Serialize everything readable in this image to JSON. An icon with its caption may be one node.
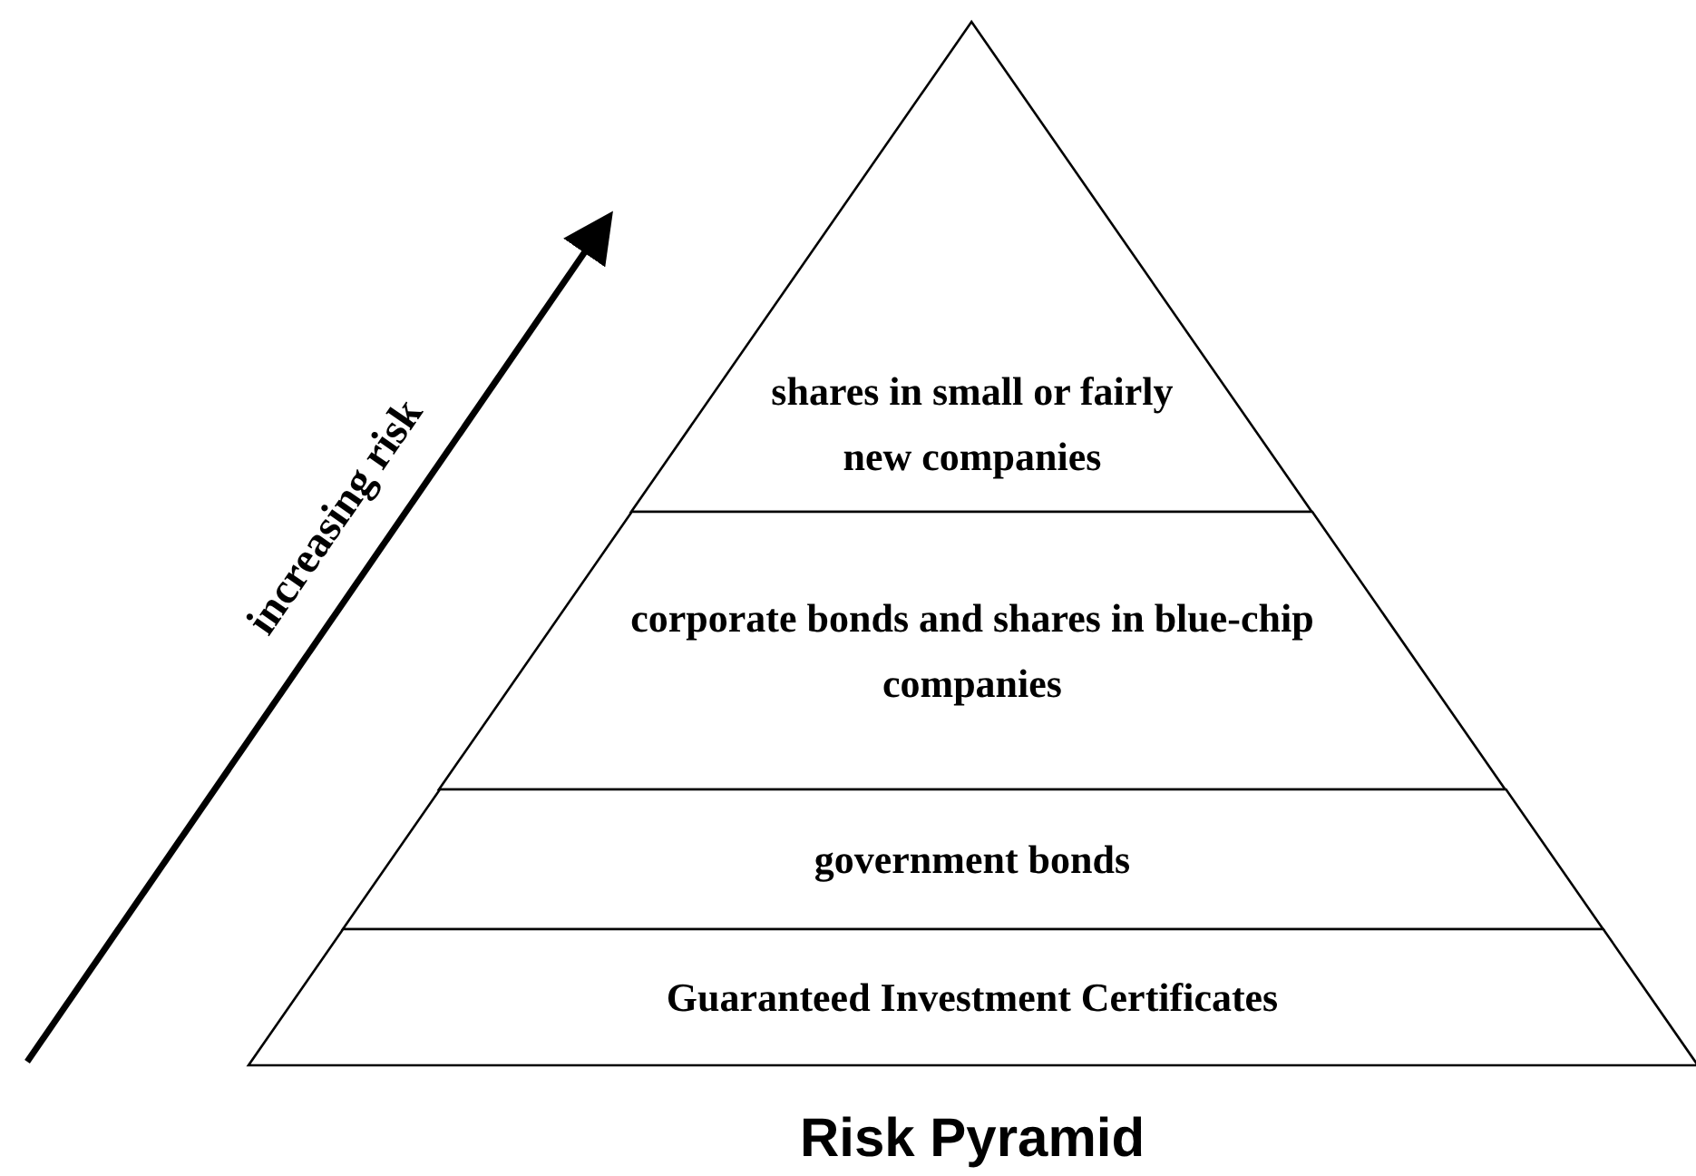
{
  "diagram": {
    "title": "Risk Pyramid",
    "nodes": [
      {
        "text": [
          "shares in small or fairly new companies"
        ]
      },
      {
        "text": [
          "corporate bonds and shares in blue-chip companies"
        ]
      },
      {
        "text": [
          "government bonds"
        ]
      },
      {
        "text": [
          "Guaranteed Investment Certificates"
        ]
      }
    ],
    "labels": [
      "increasing risk"
    ]
  }
}
